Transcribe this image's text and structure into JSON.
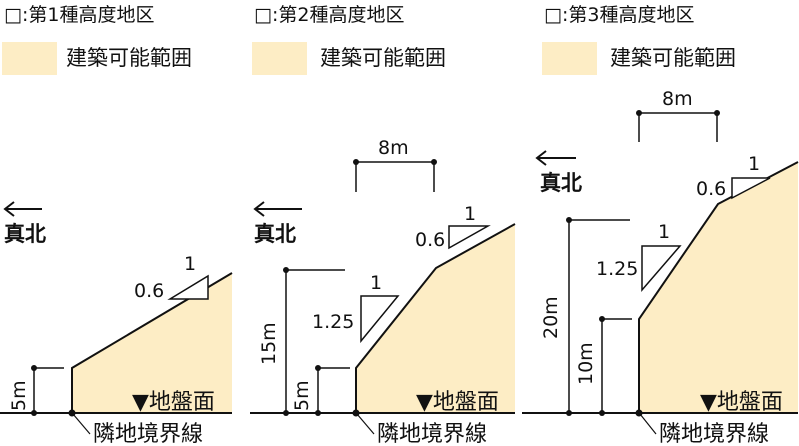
{
  "legend_label": "建築可能範囲",
  "ground_label": "▼地盤面",
  "boundary_label": "隣地境界線",
  "north_label": "真北",
  "colors": {
    "buildable": "#fdedc5",
    "line": "#111111"
  },
  "panels": [
    {
      "title": "□:第1種高度地区",
      "height1": "5m",
      "slope_run": "0.6",
      "slope_rise": "1"
    },
    {
      "title": "□:第2種高度地区",
      "height1": "5m",
      "height2": "15m",
      "slope1_run": "1.25",
      "slope1_rise": "1",
      "slope2_run": "0.6",
      "slope2_rise": "1",
      "offset": "8m"
    },
    {
      "title": "□:第3種高度地区",
      "height1": "10m",
      "height2": "20m",
      "slope1_run": "1.25",
      "slope1_rise": "1",
      "slope2_run": "0.6",
      "slope2_rise": "1",
      "offset": "8m"
    }
  ]
}
